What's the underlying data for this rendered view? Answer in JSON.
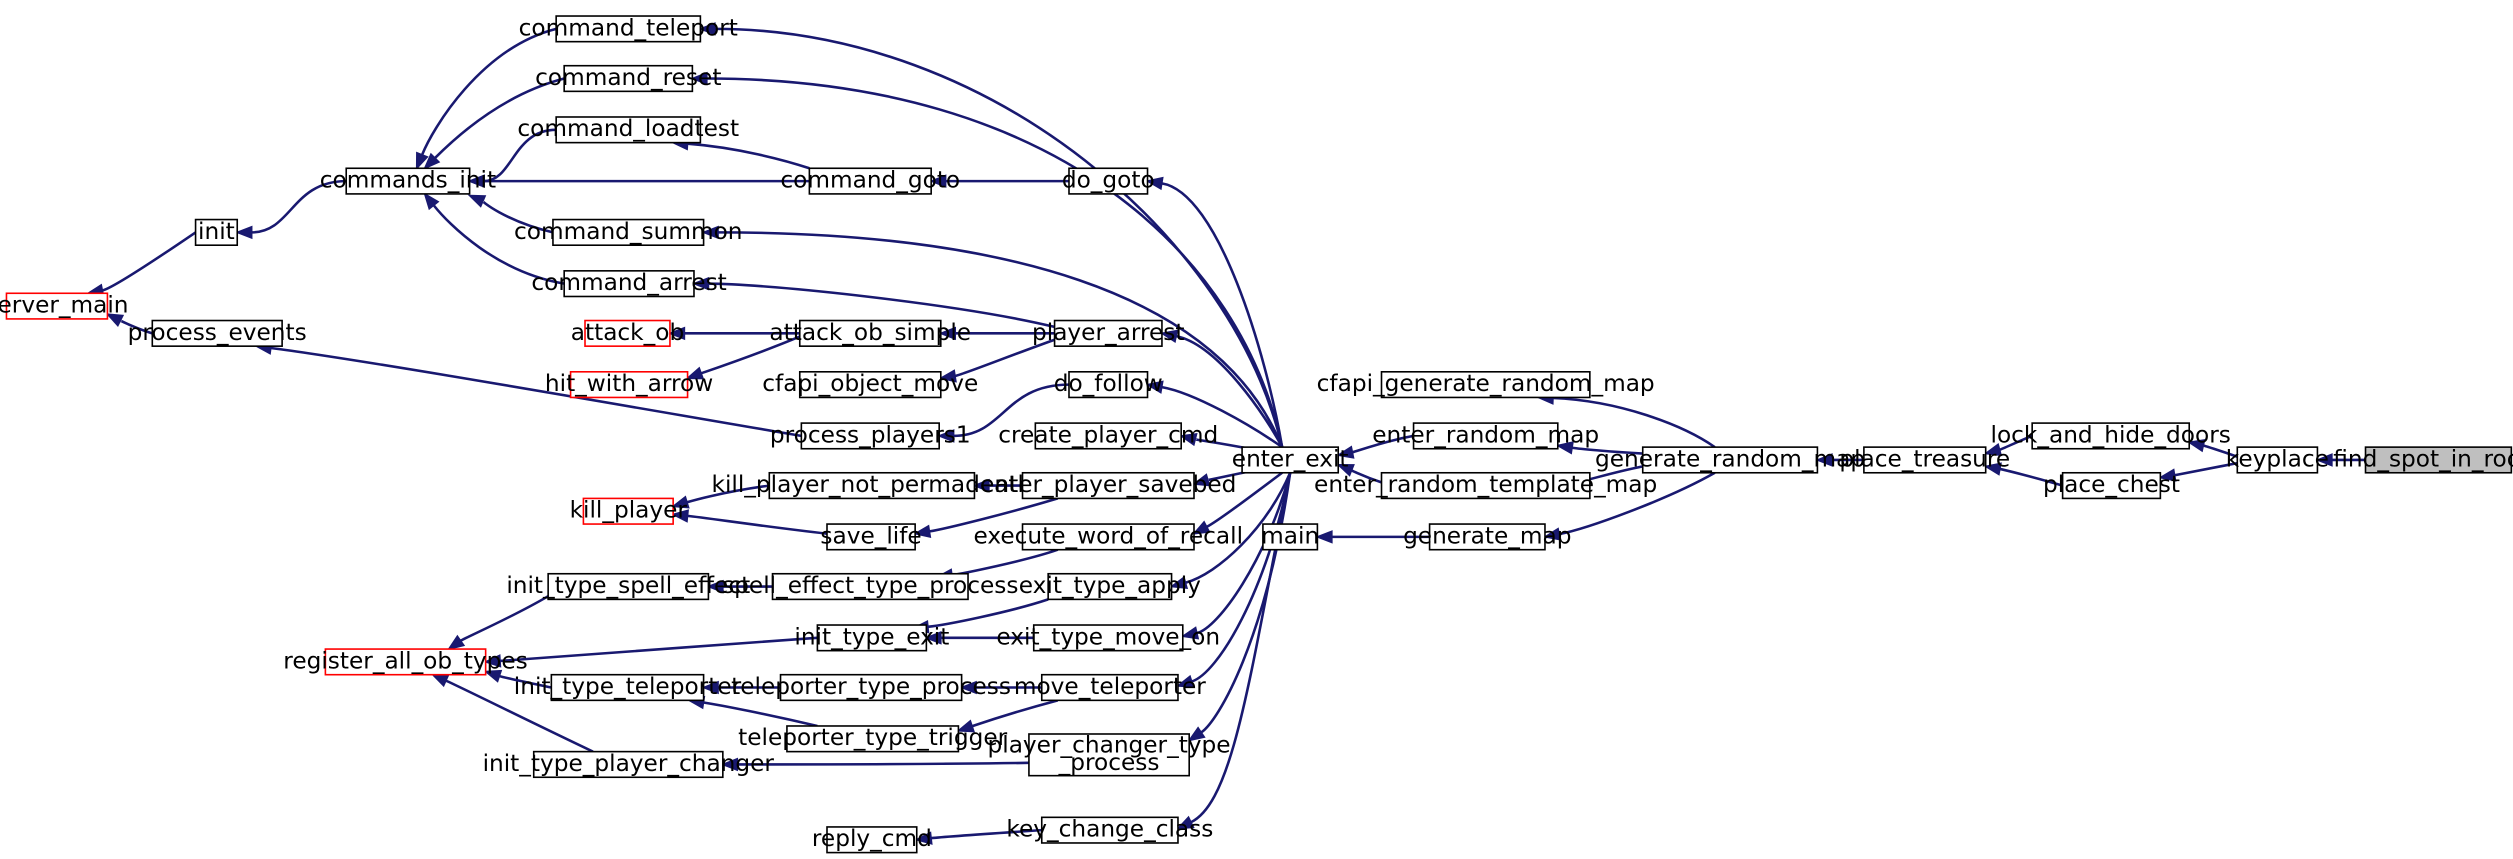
{
  "graph": {
    "colors": {
      "edge": "#191970",
      "node_border": "#000000",
      "node_fill": "#ffffff",
      "truncated_border": "#ff0000",
      "focus_fill": "#bfbfbf"
    },
    "nodes": [
      {
        "id": "command_teleport",
        "lines": [
          "command_teleport"
        ]
      },
      {
        "id": "command_reset",
        "lines": [
          "command_reset"
        ]
      },
      {
        "id": "command_loadtest",
        "lines": [
          "command_loadtest"
        ]
      },
      {
        "id": "commands_init",
        "lines": [
          "commands_init"
        ]
      },
      {
        "id": "command_goto",
        "lines": [
          "command_goto"
        ]
      },
      {
        "id": "do_goto",
        "lines": [
          "do_goto"
        ]
      },
      {
        "id": "init",
        "lines": [
          "init"
        ]
      },
      {
        "id": "command_summon",
        "lines": [
          "command_summon"
        ]
      },
      {
        "id": "server_main",
        "lines": [
          "server_main"
        ],
        "style": "truncated"
      },
      {
        "id": "command_arrest",
        "lines": [
          "command_arrest"
        ]
      },
      {
        "id": "process_events",
        "lines": [
          "process_events"
        ]
      },
      {
        "id": "attack_ob",
        "lines": [
          "attack_ob"
        ],
        "style": "truncated"
      },
      {
        "id": "attack_ob_simple",
        "lines": [
          "attack_ob_simple"
        ]
      },
      {
        "id": "player_arrest",
        "lines": [
          "player_arrest"
        ]
      },
      {
        "id": "hit_with_arrow",
        "lines": [
          "hit_with_arrow"
        ],
        "style": "truncated"
      },
      {
        "id": "cfapi_object_move",
        "lines": [
          "cfapi_object_move"
        ]
      },
      {
        "id": "do_follow",
        "lines": [
          "do_follow"
        ]
      },
      {
        "id": "cfapi_generate_random_map",
        "lines": [
          "cfapi_generate_random_map"
        ]
      },
      {
        "id": "process_players1",
        "lines": [
          "process_players1"
        ]
      },
      {
        "id": "create_player_cmd",
        "lines": [
          "create_player_cmd"
        ]
      },
      {
        "id": "enter_random_map",
        "lines": [
          "enter_random_map"
        ]
      },
      {
        "id": "lock_and_hide_doors",
        "lines": [
          "lock_and_hide_doors"
        ]
      },
      {
        "id": "enter_exit",
        "lines": [
          "enter_exit"
        ]
      },
      {
        "id": "generate_random_map",
        "lines": [
          "generate_random_map"
        ]
      },
      {
        "id": "place_treasure",
        "lines": [
          "place_treasure"
        ]
      },
      {
        "id": "keyplace",
        "lines": [
          "keyplace"
        ]
      },
      {
        "id": "find_spot_in_room",
        "lines": [
          "find_spot_in_room"
        ],
        "style": "focus"
      },
      {
        "id": "kill_player_not_permadeath",
        "lines": [
          "kill_player_not_permadeath"
        ]
      },
      {
        "id": "enter_player_savebed",
        "lines": [
          "enter_player_savebed"
        ]
      },
      {
        "id": "enter_random_template_map",
        "lines": [
          "enter_random_template_map"
        ]
      },
      {
        "id": "place_chest",
        "lines": [
          "place_chest"
        ]
      },
      {
        "id": "kill_player",
        "lines": [
          "kill_player"
        ],
        "style": "truncated"
      },
      {
        "id": "save_life",
        "lines": [
          "save_life"
        ]
      },
      {
        "id": "main",
        "lines": [
          "main"
        ]
      },
      {
        "id": "generate_map",
        "lines": [
          "generate_map"
        ]
      },
      {
        "id": "execute_word_of_recall",
        "lines": [
          "execute_word_of_recall"
        ]
      },
      {
        "id": "init_type_spell_effect",
        "lines": [
          "init_type_spell_effect"
        ]
      },
      {
        "id": "spell_effect_type_process",
        "lines": [
          "spell_effect_type_process"
        ]
      },
      {
        "id": "exit_type_apply",
        "lines": [
          "exit_type_apply"
        ]
      },
      {
        "id": "init_type_exit",
        "lines": [
          "init_type_exit"
        ]
      },
      {
        "id": "exit_type_move_on",
        "lines": [
          "exit_type_move_on"
        ]
      },
      {
        "id": "register_all_ob_types",
        "lines": [
          "register_all_ob_types"
        ],
        "style": "truncated"
      },
      {
        "id": "init_type_teleporter",
        "lines": [
          "init_type_teleporter"
        ]
      },
      {
        "id": "teleporter_type_process",
        "lines": [
          "teleporter_type_process"
        ]
      },
      {
        "id": "move_teleporter",
        "lines": [
          "move_teleporter"
        ]
      },
      {
        "id": "teleporter_type_trigger",
        "lines": [
          "teleporter_type_trigger"
        ]
      },
      {
        "id": "player_changer_type_process",
        "lines": [
          "player_changer_type",
          "_process"
        ]
      },
      {
        "id": "init_type_player_changer",
        "lines": [
          "init_type_player_changer"
        ]
      },
      {
        "id": "reply_cmd",
        "lines": [
          "reply_cmd"
        ]
      },
      {
        "id": "key_change_class",
        "lines": [
          "key_change_class"
        ]
      }
    ],
    "edges": [
      {
        "from": "find_spot_in_room",
        "to": "keyplace"
      },
      {
        "from": "keyplace",
        "to": "lock_and_hide_doors"
      },
      {
        "from": "keyplace",
        "to": "place_chest"
      },
      {
        "from": "lock_and_hide_doors",
        "to": "place_treasure"
      },
      {
        "from": "place_chest",
        "to": "place_treasure"
      },
      {
        "from": "place_treasure",
        "to": "generate_random_map"
      },
      {
        "from": "generate_random_map",
        "to": "cfapi_generate_random_map"
      },
      {
        "from": "generate_random_map",
        "to": "enter_random_map"
      },
      {
        "from": "generate_random_map",
        "to": "enter_random_template_map"
      },
      {
        "from": "generate_random_map",
        "to": "generate_map"
      },
      {
        "from": "enter_random_map",
        "to": "enter_exit"
      },
      {
        "from": "enter_random_template_map",
        "to": "enter_exit"
      },
      {
        "from": "generate_map",
        "to": "main"
      },
      {
        "from": "enter_exit",
        "to": "command_teleport"
      },
      {
        "from": "enter_exit",
        "to": "command_reset"
      },
      {
        "from": "enter_exit",
        "to": "do_goto"
      },
      {
        "from": "enter_exit",
        "to": "command_summon"
      },
      {
        "from": "enter_exit",
        "to": "player_arrest"
      },
      {
        "from": "enter_exit",
        "to": "do_follow"
      },
      {
        "from": "enter_exit",
        "to": "create_player_cmd"
      },
      {
        "from": "enter_exit",
        "to": "enter_player_savebed"
      },
      {
        "from": "enter_exit",
        "to": "execute_word_of_recall"
      },
      {
        "from": "enter_exit",
        "to": "exit_type_apply"
      },
      {
        "from": "enter_exit",
        "to": "exit_type_move_on"
      },
      {
        "from": "enter_exit",
        "to": "move_teleporter"
      },
      {
        "from": "enter_exit",
        "to": "player_changer_type_process"
      },
      {
        "from": "enter_exit",
        "to": "key_change_class"
      },
      {
        "from": "command_teleport",
        "to": "commands_init"
      },
      {
        "from": "command_reset",
        "to": "commands_init"
      },
      {
        "from": "command_loadtest",
        "to": "commands_init"
      },
      {
        "from": "command_goto",
        "to": "commands_init"
      },
      {
        "from": "command_summon",
        "to": "commands_init"
      },
      {
        "from": "command_arrest",
        "to": "commands_init"
      },
      {
        "from": "commands_init",
        "to": "init"
      },
      {
        "from": "init",
        "to": "server_main"
      },
      {
        "from": "process_events",
        "to": "server_main"
      },
      {
        "from": "do_goto",
        "to": "command_goto"
      },
      {
        "from": "command_goto",
        "to": "command_loadtest"
      },
      {
        "from": "player_arrest",
        "to": "command_arrest"
      },
      {
        "from": "player_arrest",
        "to": "attack_ob_simple"
      },
      {
        "from": "player_arrest",
        "to": "cfapi_object_move"
      },
      {
        "from": "attack_ob_simple",
        "to": "attack_ob"
      },
      {
        "from": "attack_ob_simple",
        "to": "hit_with_arrow"
      },
      {
        "from": "do_follow",
        "to": "process_players1"
      },
      {
        "from": "process_players1",
        "to": "process_events"
      },
      {
        "from": "enter_player_savebed",
        "to": "kill_player_not_permadeath"
      },
      {
        "from": "enter_player_savebed",
        "to": "save_life"
      },
      {
        "from": "kill_player_not_permadeath",
        "to": "kill_player"
      },
      {
        "from": "save_life",
        "to": "kill_player"
      },
      {
        "from": "execute_word_of_recall",
        "to": "spell_effect_type_process"
      },
      {
        "from": "spell_effect_type_process",
        "to": "init_type_spell_effect"
      },
      {
        "from": "init_type_spell_effect",
        "to": "register_all_ob_types"
      },
      {
        "from": "exit_type_apply",
        "to": "init_type_exit"
      },
      {
        "from": "exit_type_move_on",
        "to": "init_type_exit"
      },
      {
        "from": "init_type_exit",
        "to": "register_all_ob_types"
      },
      {
        "from": "move_teleporter",
        "to": "teleporter_type_process"
      },
      {
        "from": "move_teleporter",
        "to": "teleporter_type_trigger"
      },
      {
        "from": "teleporter_type_process",
        "to": "init_type_teleporter"
      },
      {
        "from": "teleporter_type_trigger",
        "to": "init_type_teleporter"
      },
      {
        "from": "init_type_teleporter",
        "to": "register_all_ob_types"
      },
      {
        "from": "player_changer_type_process",
        "to": "init_type_player_changer"
      },
      {
        "from": "init_type_player_changer",
        "to": "register_all_ob_types"
      },
      {
        "from": "key_change_class",
        "to": "reply_cmd"
      }
    ]
  }
}
